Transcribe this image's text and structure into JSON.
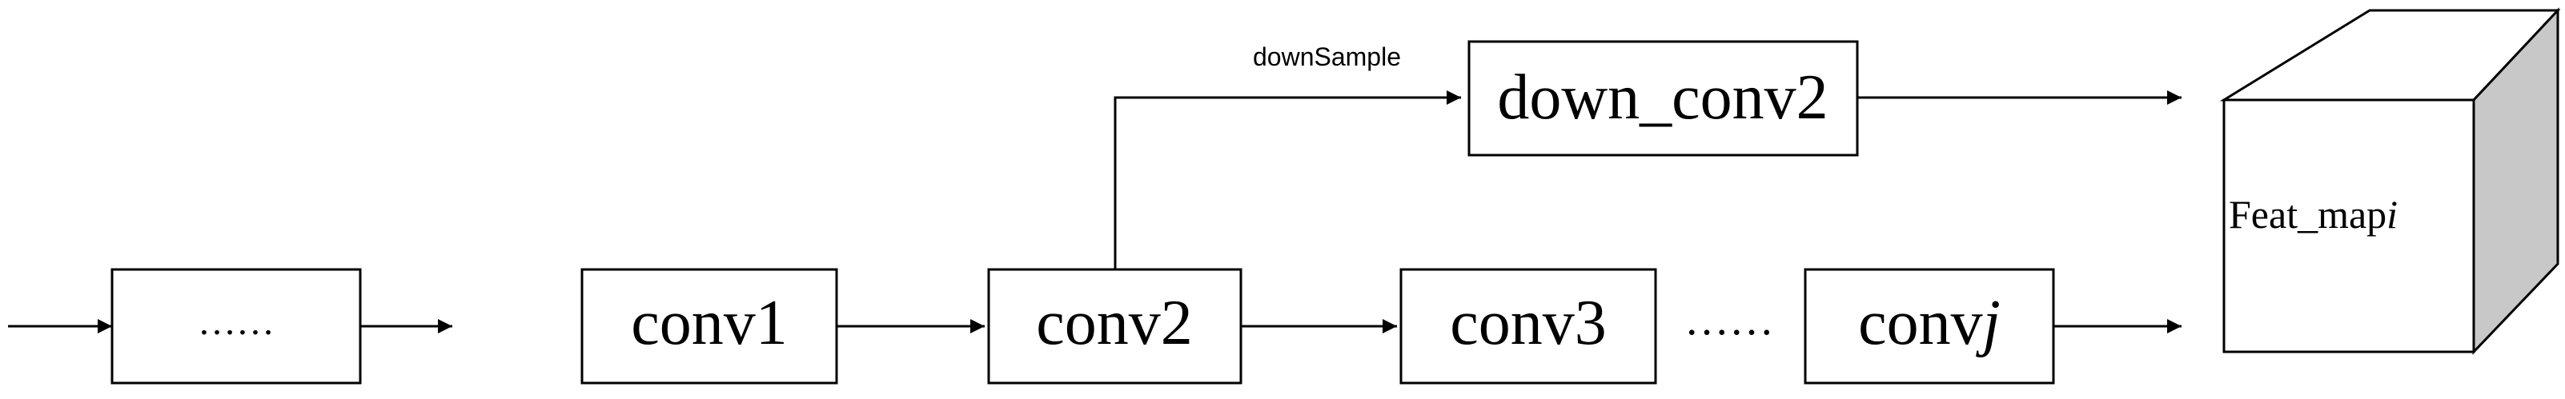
{
  "blocks": {
    "input_block": "……",
    "conv1": "conv1",
    "conv2": "conv2",
    "conv3": "conv3",
    "gap_dots": "……",
    "convj_prefix": "conv",
    "convj_suffix": "j",
    "down_conv2": "down_conv2"
  },
  "edge_labels": {
    "downsample": "downSample"
  },
  "output": {
    "prefix": "Feat_map",
    "suffix": "i"
  },
  "colors": {
    "line": "#000000",
    "box_fill": "#ffffff",
    "cube_front": "#ffffff",
    "cube_top": "#ffffff",
    "cube_side": "#c8c8c8"
  }
}
